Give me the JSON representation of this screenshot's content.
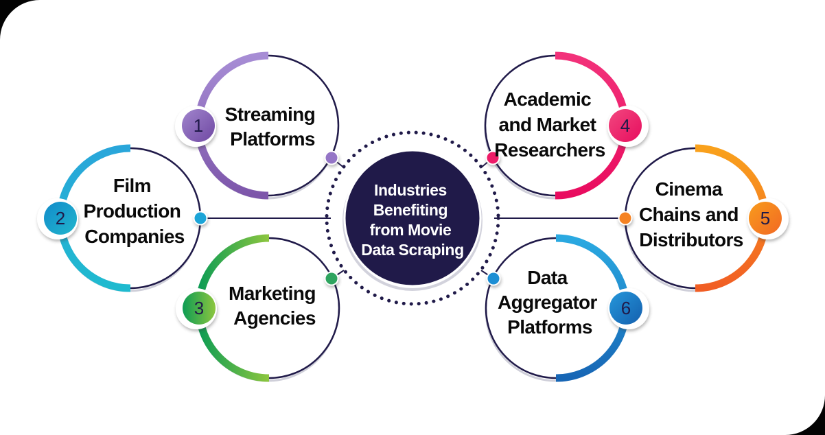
{
  "infographic": {
    "title_lines": [
      "Industries",
      "Benefiting",
      "from Movie",
      "Data Scraping"
    ],
    "nodes": [
      {
        "number": "1",
        "label_lines": [
          "Streaming",
          "Platforms"
        ],
        "arc_gradient": [
          "#a78dd5",
          "#7d56aa"
        ],
        "badge_gradient": [
          "#a185cd",
          "#6f48a2"
        ],
        "dot_color": "#9474c6"
      },
      {
        "number": "2",
        "label_lines": [
          "Film",
          "Production",
          "Companies"
        ],
        "arc_gradient": [
          "#29a6da",
          "#1fbacf"
        ],
        "badge_gradient": [
          "#118bca",
          "#22b6cd"
        ],
        "dot_color": "#1ba4d7"
      },
      {
        "number": "3",
        "label_lines": [
          "Marketing",
          "Agencies"
        ],
        "arc_gradient": [
          "#0d9c54",
          "#8dc63f"
        ],
        "badge_gradient": [
          "#0d9c54",
          "#8dc63f"
        ],
        "dot_color": "#2fa45f"
      },
      {
        "number": "4",
        "label_lines": [
          "Academic",
          "and Market",
          "Researchers"
        ],
        "arc_gradient": [
          "#f2327a",
          "#e90c5f"
        ],
        "badge_gradient": [
          "#f2477f",
          "#e70d5e"
        ],
        "dot_color": "#ee1b68"
      },
      {
        "number": "5",
        "label_lines": [
          "Cinema",
          "Chains and",
          "Distributors"
        ],
        "arc_gradient": [
          "#f9a11c",
          "#f15e24"
        ],
        "badge_gradient": [
          "#f89c1d",
          "#f26823"
        ],
        "dot_color": "#f58220"
      },
      {
        "number": "6",
        "label_lines": [
          "Data",
          "Aggregator",
          "Platforms"
        ],
        "arc_gradient": [
          "#2aa9e1",
          "#1766b5"
        ],
        "badge_gradient": [
          "#2597da",
          "#145fae"
        ],
        "dot_color": "#1f8ed4"
      }
    ],
    "colors": {
      "navy": "#201a49",
      "center_fill": "#201a49",
      "center_text": "#ffffff",
      "label_text": "#0a0a0a",
      "page_bg": "#030303",
      "panel_bg": "#ffffff"
    }
  }
}
